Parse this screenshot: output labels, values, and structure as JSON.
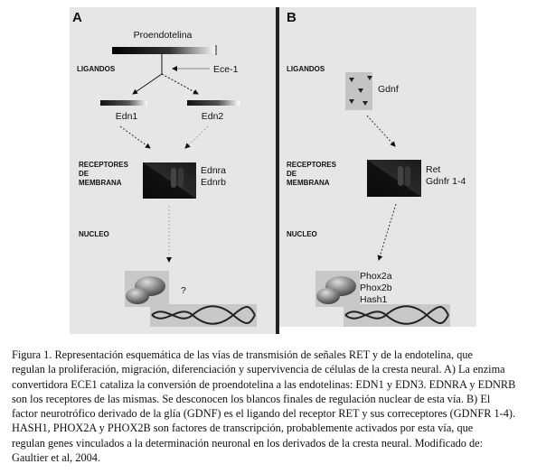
{
  "panel_a": {
    "letter": "A",
    "precursor": "Proendotelina",
    "ligands_label": "LIGANDOS",
    "enzyme": "Ece-1",
    "ligand_1": "Edn1",
    "ligand_2": "Edn2",
    "receptors_label": [
      "RECEPTORES",
      "DE",
      "MEMBRANA"
    ],
    "receptors": [
      "Ednra",
      "Ednrb"
    ],
    "nucleus_label": "NUCLEO",
    "nuclear_target": "?"
  },
  "panel_b": {
    "letter": "B",
    "ligands_label": "LIGANDOS",
    "ligand": "Gdnf",
    "receptors_label": [
      "RECEPTORES",
      "DE",
      "MEMBRANA"
    ],
    "receptors": [
      "Ret",
      "Gdnfr 1-4"
    ],
    "nucleus_label": "NUCLEO",
    "nuclear_targets": [
      "Phox2a",
      "Phox2b",
      "Hash1"
    ]
  },
  "caption": {
    "lines": [
      "Figura 1. Representación esquemática de las vías de transmisión de señales RET y de la endotelina, que",
      "regulan la proliferación, migración, diferenciación y supervivencia de células de la cresta neural. A) La enzima",
      "convertidora ECE1  cataliza la conversión de proendotelina a las endotelinas: EDN1 y EDN3. EDNRA y EDNRB",
      "son los receptores de las mismas. Se desconocen los blancos finales de regulación nuclear de esta vía. B) El",
      "factor neurotrófico derivado de la glía (GDNF) es el ligando del receptor RET y sus correceptores (GDNFR 1-4).",
      "HASH1, PHOX2A y PHOX2B son factores de transcripción, probablemente activados por esta vía, que",
      "regulan genes vinculados a la determinación neuronal en los derivados de la cresta neural. Modificado de:",
      "Gaultier et al, 2004."
    ]
  }
}
